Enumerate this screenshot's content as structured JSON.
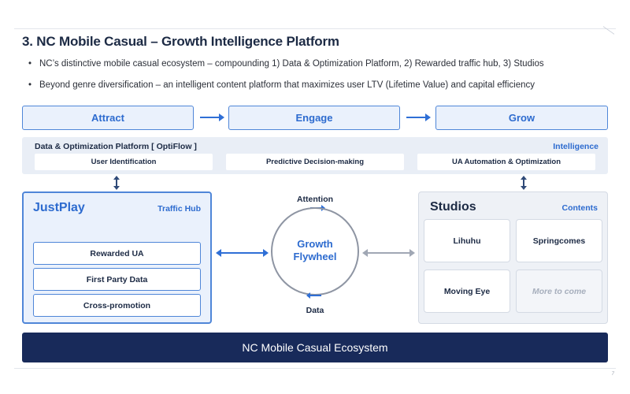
{
  "title": "3. NC Mobile Casual – Growth Intelligence Platform",
  "bullets": [
    "NC’s distinctive mobile casual ecosystem – compounding 1) Data & Optimization Platform, 2) Rewarded traffic hub, 3) Studios",
    "Beyond genre diversification – an intelligent content platform that maximizes user LTV (Lifetime Value) and capital efficiency"
  ],
  "stages": [
    "Attract",
    "Engage",
    "Grow"
  ],
  "platform": {
    "title": "Data & Optimization Platform [ OptiFlow ]",
    "tag": "Intelligence",
    "items": [
      "User Identification",
      "Predictive Decision-making",
      "UA Automation & Optimization"
    ]
  },
  "justplay": {
    "title": "JustPlay",
    "tag": "Traffic Hub",
    "items": [
      "Rewarded UA",
      "First Party Data",
      "Cross-promotion"
    ]
  },
  "flywheel": {
    "title_line1": "Growth",
    "title_line2": "Flywheel",
    "top_label": "Attention",
    "bottom_label": "Data"
  },
  "studios": {
    "title": "Studios",
    "tag": "Contents",
    "items": [
      "Lihuhu",
      "Springcomes",
      "Moving Eye",
      "More to come"
    ]
  },
  "footer": "NC Mobile Casual Ecosystem",
  "page_number": "7",
  "colors": {
    "accent_blue": "#2d6bcf",
    "light_blue_bg": "#eaf1fc",
    "navy": "#182a5a",
    "grey_panel": "#eef1f6"
  }
}
